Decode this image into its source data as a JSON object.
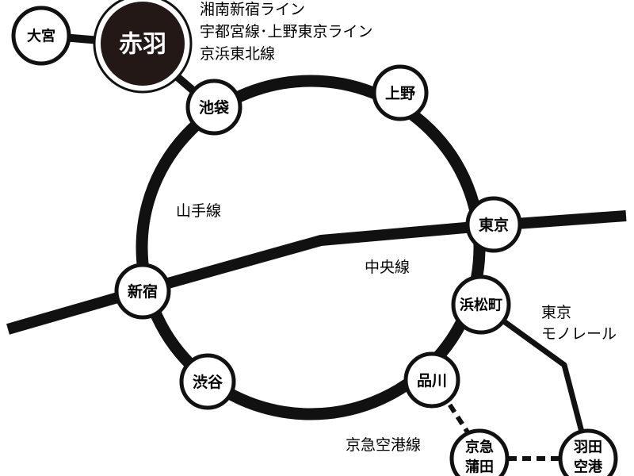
{
  "colors": {
    "ink": "#111111",
    "paper": "#ffffff",
    "hub": "#231815"
  },
  "stations": {
    "omiya": "大宮",
    "akabane": "赤羽",
    "ikebukuro": "池袋",
    "ueno": "上野",
    "tokyo": "東京",
    "shinjuku": "新宿",
    "hamamatsucho": "浜松町",
    "shibuya": "渋谷",
    "shinagawa": "品川",
    "keikyu_kamata_1": "京急",
    "keikyu_kamata_2": "蒲田",
    "haneda_1": "羽田",
    "haneda_2": "空港"
  },
  "lines": {
    "akabane_routes": [
      "湘南新宿ライン",
      "宇都宮線･上野東京ライン",
      "京浜東北線"
    ],
    "yamanote": "山手線",
    "chuo": "中央線",
    "monorail_1": "東京",
    "monorail_2": "モノレール",
    "keikyu_airport": "京急空港線"
  }
}
